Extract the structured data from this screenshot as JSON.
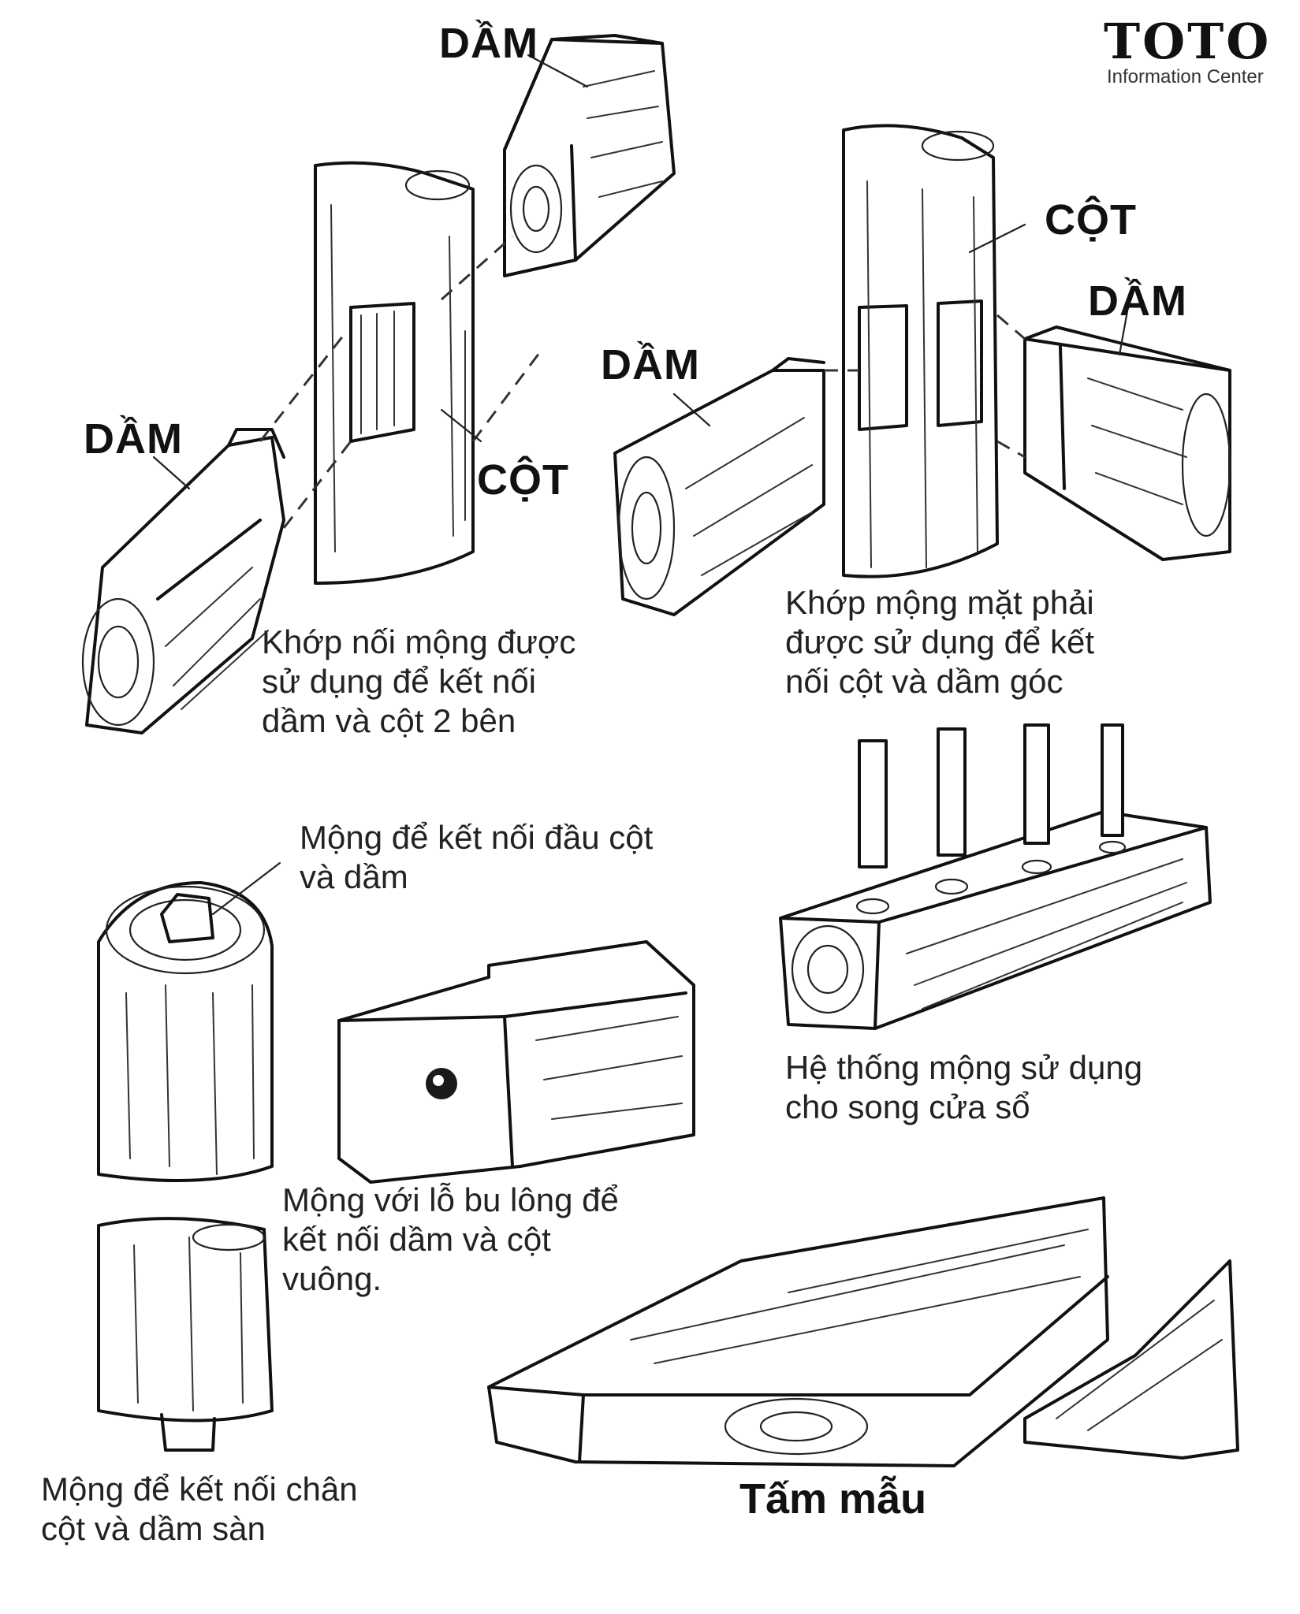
{
  "logo": {
    "brand": "TOTO",
    "subtitle": "Information Center"
  },
  "labels": {
    "beam_top": "DẦM",
    "beam_left": "DẦM",
    "column_left": "CỘT",
    "column_right": "CỘT",
    "beam_right_top": "DẦM",
    "beam_right_mid": "DẦM",
    "board_title": "Tấm mẫu"
  },
  "captions": {
    "mortise_two_sides": [
      "Khớp nối mộng được",
      "sử dụng để kết nối",
      "dầm và cột 2 bên"
    ],
    "right_face_joint": [
      "Khớp mộng mặt phải",
      "được sử dụng để kết",
      "nối cột và dầm góc"
    ],
    "column_head": [
      "Mộng để kết nối đầu cột",
      "và dầm"
    ],
    "window_bars": [
      "Hệ thống mộng sử dụng",
      "cho song cửa sổ"
    ],
    "bolt_hole": [
      "Mộng với lỗ bu lông để",
      "kết nối dầm và cột",
      "vuông."
    ],
    "column_foot": [
      "Mộng để kết nối chân",
      "cột và dầm sàn"
    ]
  },
  "colors": {
    "ink": "#111111",
    "background": "#ffffff"
  }
}
